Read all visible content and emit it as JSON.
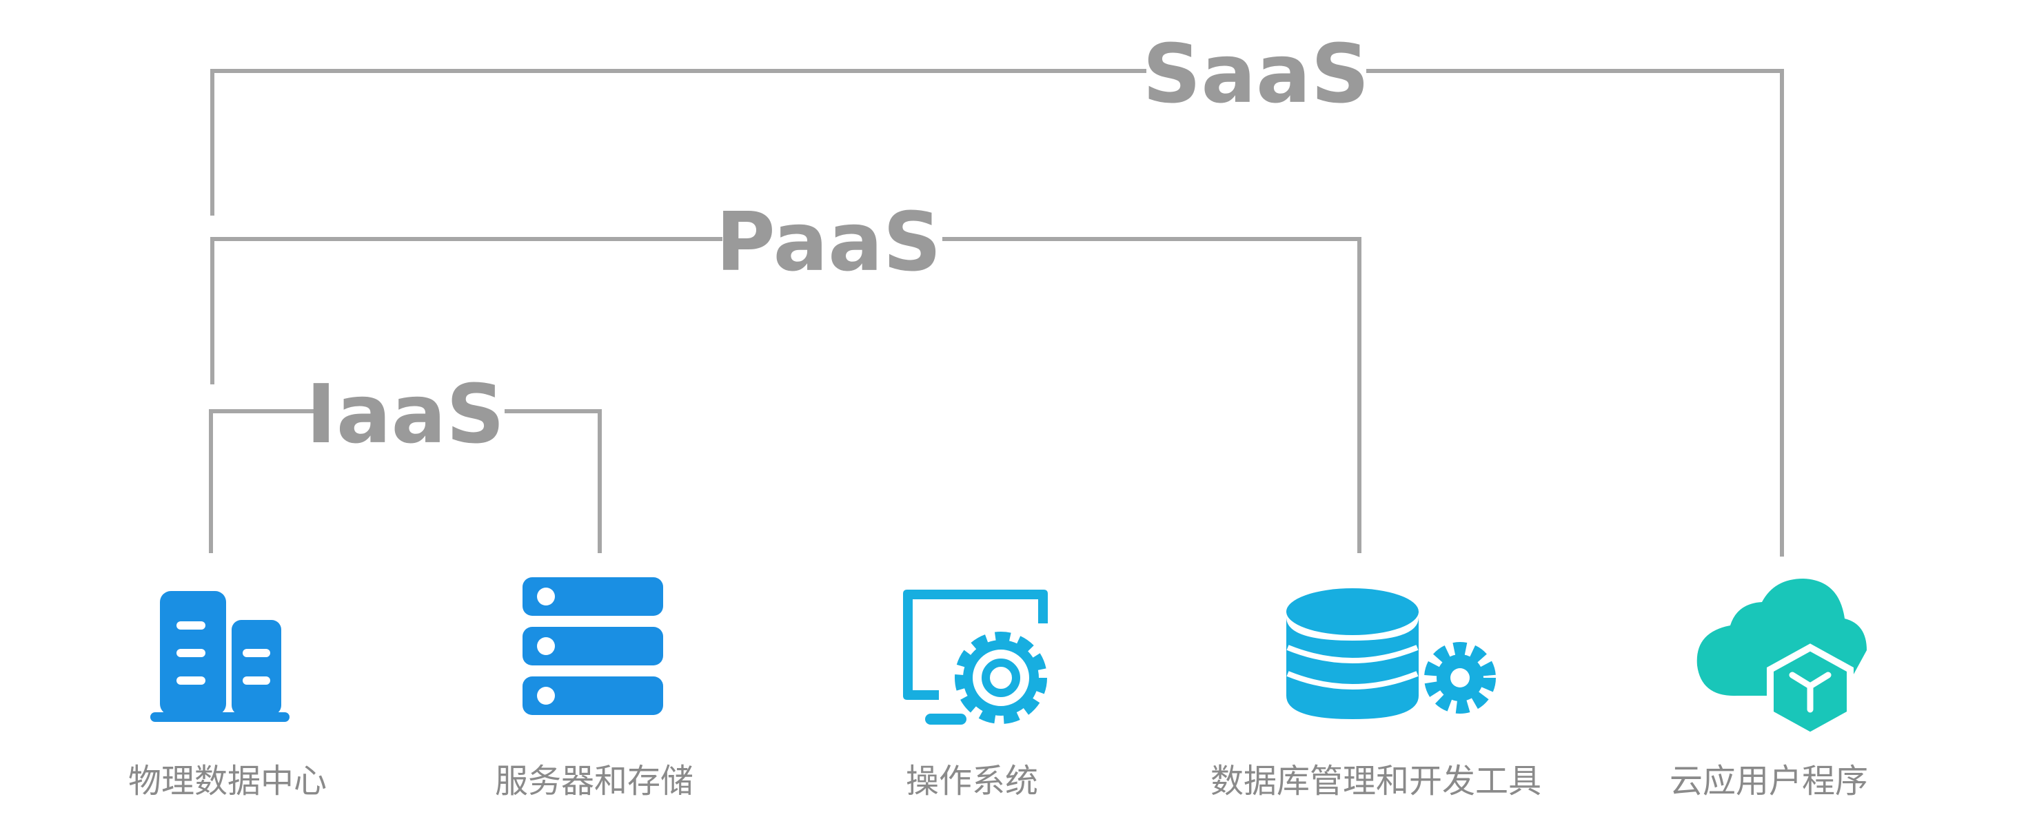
{
  "tiers": {
    "saas": "SaaS",
    "paas": "PaaS",
    "iaas": "IaaS"
  },
  "items": [
    {
      "label": "物理数据中心",
      "icon": "building-icon"
    },
    {
      "label": "服务器和存储",
      "icon": "server-icon"
    },
    {
      "label": "操作系统",
      "icon": "monitor-gear-icon"
    },
    {
      "label": "数据库管理和开发工具",
      "icon": "database-gear-icon"
    },
    {
      "label": "云应用户程序",
      "icon": "cloud-cube-icon"
    }
  ],
  "colors": {
    "bracket": "#a6a6a6",
    "label": "#9a9a9a",
    "blue": "#1a8fe3",
    "cyan": "#17aee0",
    "teal": "#19c6b9"
  }
}
